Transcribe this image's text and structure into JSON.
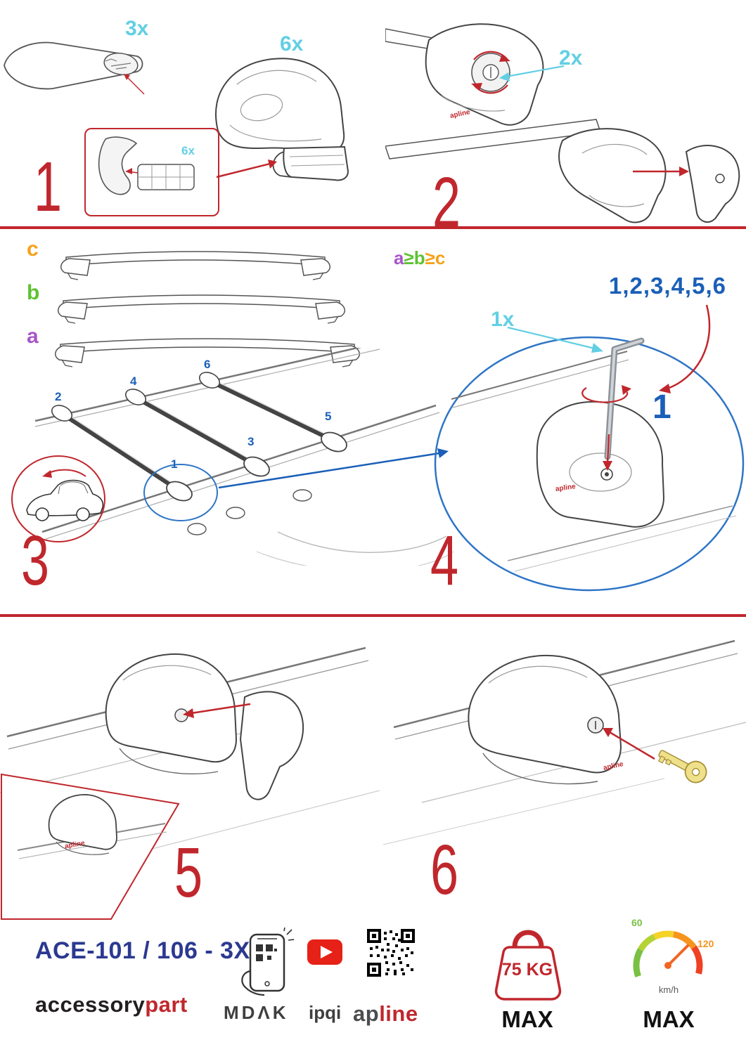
{
  "colors": {
    "accent_red": "#c0272d",
    "qty_cyan": "#62cfe3",
    "step_blue": "#1a5fb8",
    "zoom_ellipse_blue": "#2e75c6",
    "model_navy": "#2b3990",
    "label_a_purple": "#a855c8",
    "label_b_green": "#5ec232",
    "label_c_orange": "#f5a21b",
    "youtube_red": "#e62117",
    "speed_green": "#7ac143",
    "speed_orange": "#f7941d"
  },
  "step1": {
    "number": "1",
    "bar_qty": "3x",
    "foot_qty": "6x",
    "pad_qty": "6x"
  },
  "step2": {
    "number": "2",
    "knob_qty": "2x",
    "brand_label": "apline"
  },
  "step3": {
    "number": "3",
    "bar_labels": {
      "a": "a",
      "b": "b",
      "c": "c"
    },
    "size_rule": {
      "a": "a",
      "ge1": "≥",
      "b": "b",
      "ge2": "≥",
      "c": "c"
    },
    "positions": [
      "1",
      "2",
      "3",
      "4",
      "5",
      "6"
    ]
  },
  "step4": {
    "number": "4",
    "tool_qty": "1x",
    "tighten_sequence": "1,2,3,4,5,6",
    "first_position": "1",
    "brand_label": "apline"
  },
  "step5": {
    "number": "5",
    "brand_label": "apline"
  },
  "step6": {
    "number": "6",
    "brand_label": "apline"
  },
  "footer": {
    "model": "ACE-101 / 106 - 3X",
    "brand_name_black": "accessory",
    "brand_name_red": "part",
    "partner_mdak": "MDΛK",
    "partner_ipqi": "ipqi",
    "logo_ap": "ap",
    "logo_line": "line",
    "max_load": "75 KG",
    "max_load_label": "MAX",
    "speed_min": "60",
    "speed_max_value": "120",
    "speed_unit": "km/h",
    "speed_max_label": "MAX"
  }
}
